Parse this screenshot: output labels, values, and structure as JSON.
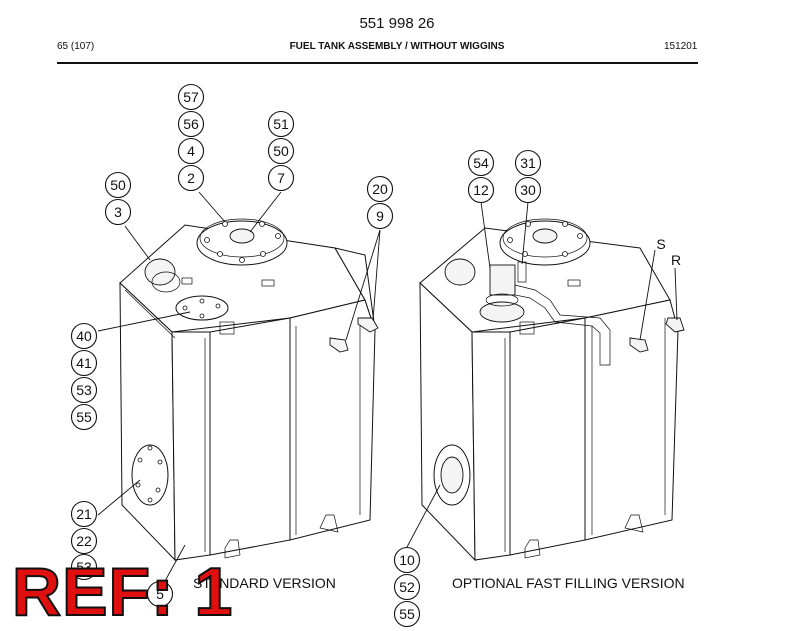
{
  "header": {
    "doc_number": "551 998 26",
    "page_ref": "65 (107)",
    "title": "FUEL TANK ASSEMBLY / WITHOUT WIGGINS",
    "date_code": "151201"
  },
  "callouts_standard": [
    "57",
    "56",
    "4",
    "2",
    "51",
    "50",
    "7",
    "50",
    "3",
    "20",
    "9",
    "40",
    "41",
    "53",
    "55",
    "21",
    "22",
    "53",
    "5"
  ],
  "callouts_optional": [
    "54",
    "12",
    "31",
    "30",
    "10",
    "52",
    "55"
  ],
  "letter_labels": [
    "S",
    "R"
  ],
  "versions": {
    "standard": "STANDARD VERSION",
    "optional": "OPTIONAL FAST FILLING VERSION"
  },
  "stamp": "REF: 1"
}
